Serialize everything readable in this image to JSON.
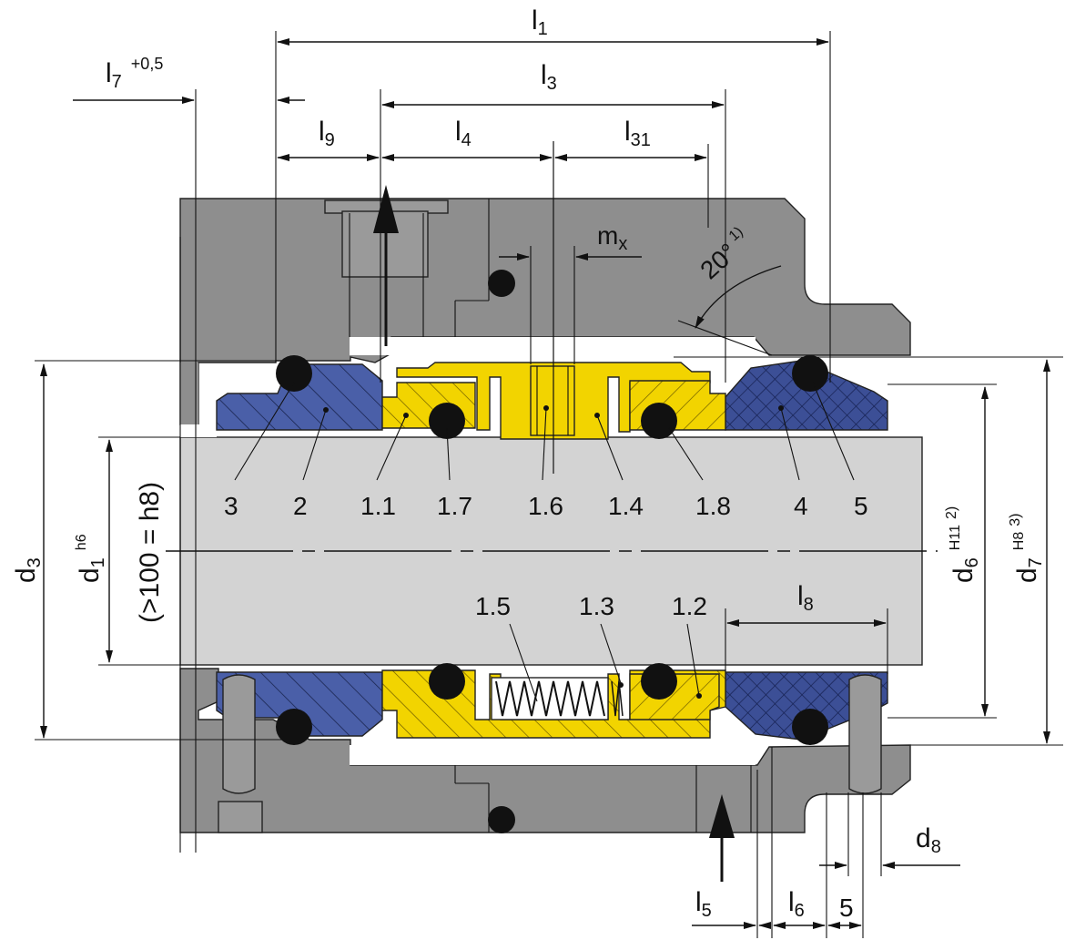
{
  "dimensions": {
    "l1": "l",
    "l1_sub": "1",
    "l3": "l",
    "l3_sub": "3",
    "l4": "l",
    "l4_sub": "4",
    "l31": "l",
    "l31_sub": "31",
    "l7": "l",
    "l7_sub": "7",
    "l7_tol": "+0,5",
    "l9": "l",
    "l9_sub": "9",
    "l8": "l",
    "l8_sub": "8",
    "l5": "l",
    "l5_sub": "5",
    "l6": "l",
    "l6_sub": "6",
    "five": "5",
    "mx": "m",
    "mx_sub": "x",
    "angle": "20°",
    "angle_note": "1)",
    "d1": "d",
    "d1_sub": "1",
    "d1_tol": "h6",
    "d1_note": "(>100 = h8)",
    "d3": "d",
    "d3_sub": "3",
    "d6": "d",
    "d6_sub": "6",
    "d6_tol": "H11",
    "d6_note": "2)",
    "d7": "d",
    "d7_sub": "7",
    "d7_tol": "H8",
    "d7_note": "3)",
    "d8": "d",
    "d8_sub": "8"
  },
  "parts": {
    "p3": "3",
    "p2": "2",
    "p1_1": "1.1",
    "p1_7": "1.7",
    "p1_6": "1.6",
    "p1_4": "1.4",
    "p1_8": "1.8",
    "p4": "4",
    "p5": "5",
    "p1_5": "1.5",
    "p1_3": "1.3",
    "p1_2": "1.2"
  },
  "colors": {
    "housing": "#8e8e8e",
    "shaft": "#d3d3d3",
    "blue": "#4a5fa8",
    "yellow": "#f2d400",
    "oring": "#111111"
  }
}
